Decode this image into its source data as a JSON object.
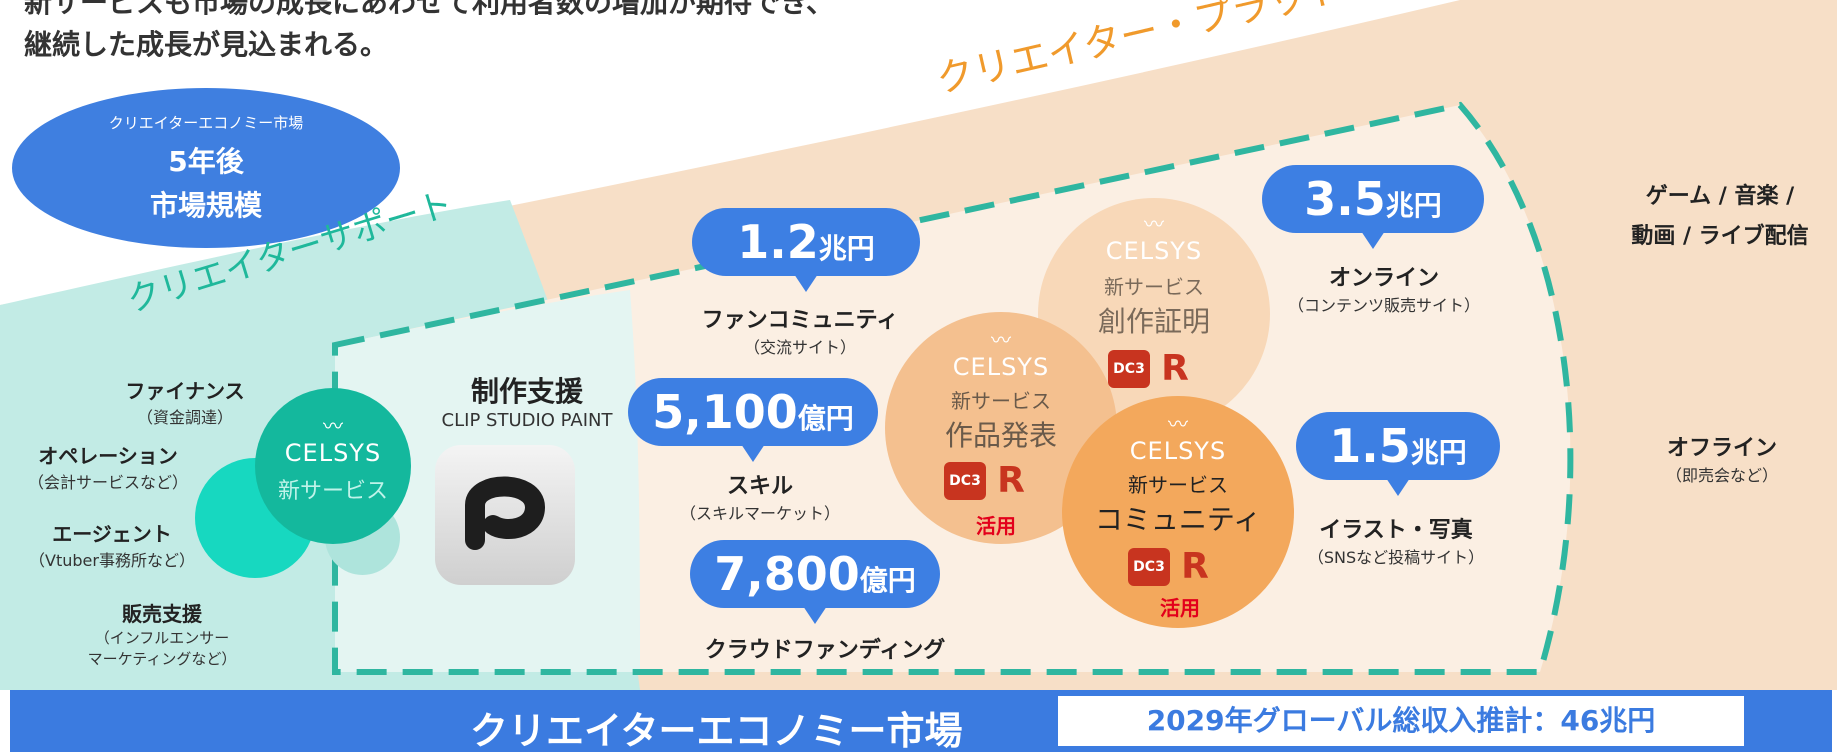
{
  "headline": {
    "line1": "新サービスも市場の成長にあわせて利用者数の増加が期待でき、",
    "line2": "継続した成長が見込まれる。"
  },
  "oval": {
    "line1": "クリエイターエコノミー市場",
    "line2": "5年後",
    "line3": "市場規模"
  },
  "arc_labels": {
    "platform": "クリエイター・プラットフォーム",
    "support": "クリエイターサポート"
  },
  "support_items": [
    {
      "title": "ファイナンス",
      "sub": "（資金調達）"
    },
    {
      "title": "オペレーション",
      "sub": "（会計サービスなど）"
    },
    {
      "title": "エージェント",
      "sub": "（Vtuber事務所など）"
    },
    {
      "title": "販売支援",
      "sub1": "（インフルエンサー",
      "sub2": "マーケティングなど）"
    }
  ],
  "celsys_support": {
    "brand": "CELSYS",
    "service": "新サービス"
  },
  "production": {
    "title": "制作支援",
    "app": "CLIP STUDIO PAINT"
  },
  "bubbles": {
    "fan": {
      "value": "1.2",
      "unit": "兆円"
    },
    "skill": {
      "value": "5,100",
      "unit": "億円"
    },
    "crowd": {
      "value": "7,800",
      "unit": "億円"
    },
    "online": {
      "value": "3.5",
      "unit": "兆円"
    },
    "illust": {
      "value": "1.5",
      "unit": "兆円"
    }
  },
  "categories": {
    "fan": {
      "title": "ファンコミュニティ",
      "sub": "（交流サイト）"
    },
    "skill": {
      "title": "スキル",
      "sub": "（スキルマーケット）"
    },
    "crowd": {
      "title": "クラウドファンディング"
    },
    "online": {
      "title": "オンライン",
      "sub": "（コンテンツ販売サイト）"
    },
    "illust": {
      "title": "イラスト・写真",
      "sub": "（SNSなど投稿サイト）"
    },
    "offline": {
      "title": "オフライン",
      "sub": "（即売会など）"
    },
    "media_line1": "ゲーム / 音楽 /",
    "media_line2": "動画 / ライブ配信"
  },
  "services": {
    "works": {
      "brand": "CELSYS",
      "kind": "新サービス",
      "name": "作品発表",
      "note": "活用"
    },
    "proof": {
      "brand": "CELSYS",
      "kind": "新サービス",
      "name": "創作証明"
    },
    "community": {
      "brand": "CELSYS",
      "kind": "新サービス",
      "name": "コミュニティ",
      "note": "活用"
    }
  },
  "badges": {
    "dc3": "DC3",
    "r": "R"
  },
  "footer": {
    "title": "クリエイターエコノミー市場",
    "estimate": "2029年グローバル総収入推計：46兆円"
  },
  "colors": {
    "blue": "#3d7fe3",
    "teal_bg": "#c2ebe5",
    "peach_bg": "#f7dfc7",
    "dashed_border": "#2fb6a0",
    "orange_circle": "#f3a85c",
    "teal_circle": "#17c9b0",
    "highlight_red": "#e3001b"
  }
}
